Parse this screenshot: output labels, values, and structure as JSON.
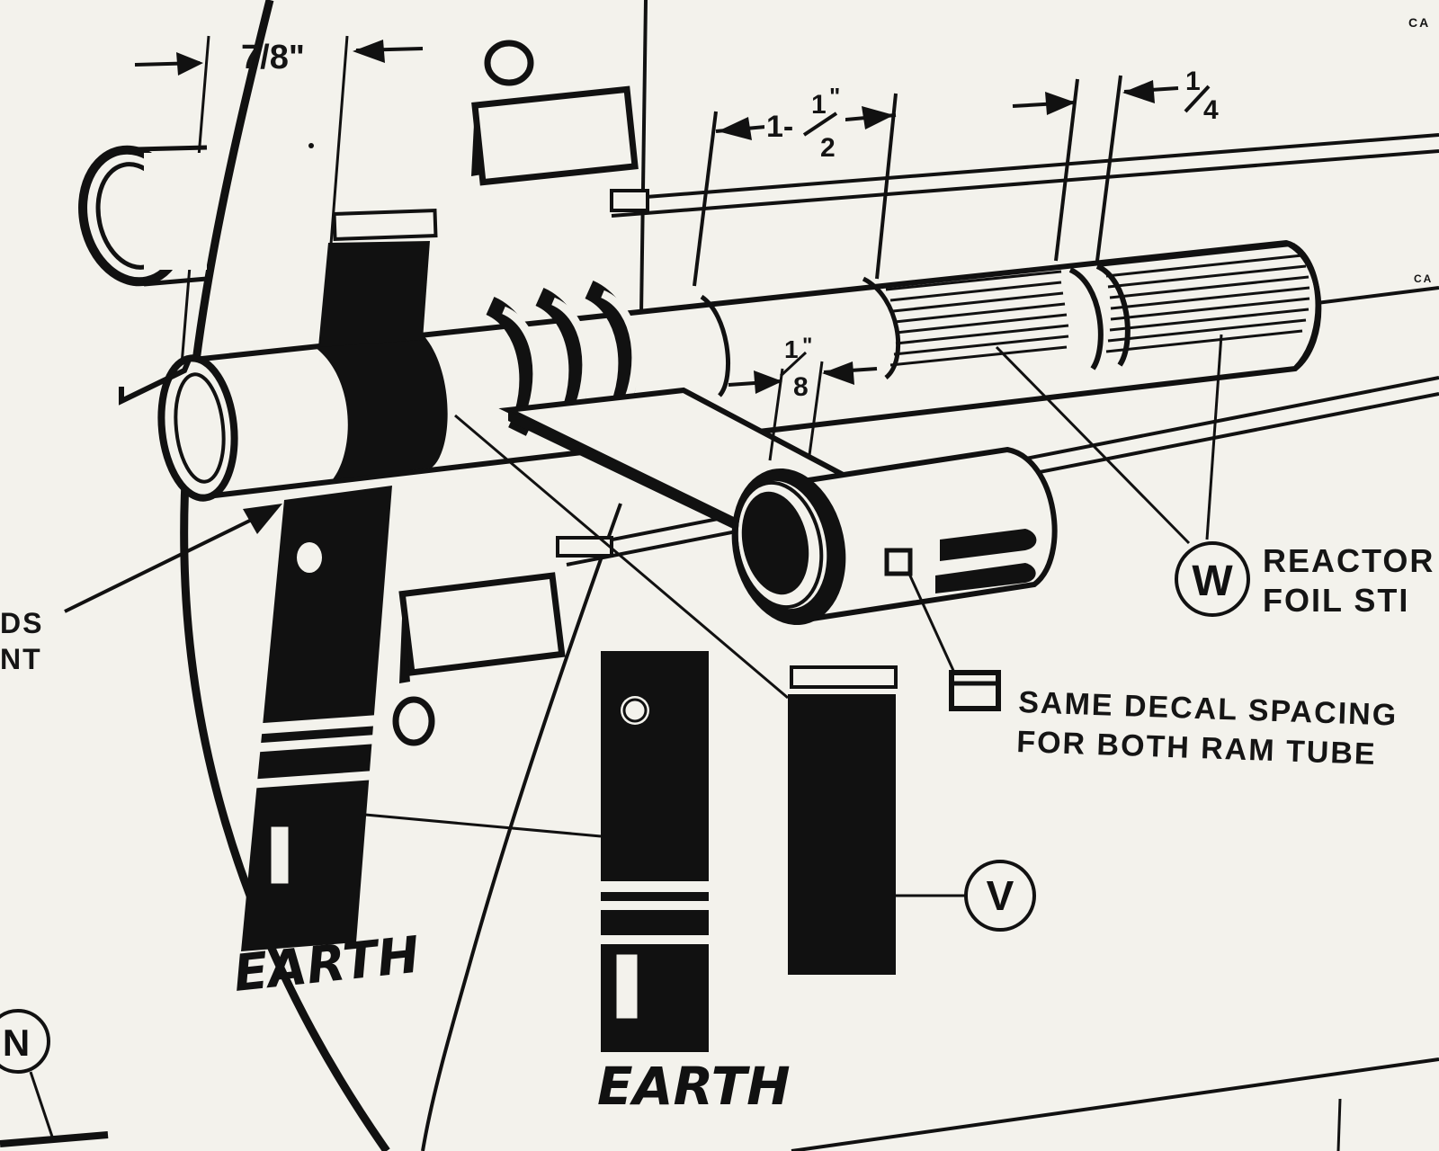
{
  "dimensions": {
    "seven_eighths": "7/8\"",
    "one_and_half_lead": "1-",
    "one_and_half_num": "1",
    "one_and_half_mark": "\"",
    "one_and_half_den": "2",
    "one_eighth_num": "1",
    "one_eighth_mark": "\"",
    "one_eighth_den": "8",
    "one_quarter_num": "1",
    "one_quarter_den": "4"
  },
  "callouts": {
    "w": "W",
    "v": "V",
    "n": "N"
  },
  "labels": {
    "reactor_line1": "REACTOR",
    "reactor_line2": "FOIL STI",
    "left_line1": "DS",
    "left_line2": "NT",
    "same_decal_line1": "SAME DECAL SPACING",
    "same_decal_line2": "FOR BOTH RAM TUBE",
    "corner_top": "CA",
    "corner_mid": "CA"
  },
  "decals": {
    "earth_left": "EARTH",
    "earth_center": "EARTH"
  },
  "colors": {
    "paper": "#f3f2ec",
    "ink": "#111111"
  }
}
